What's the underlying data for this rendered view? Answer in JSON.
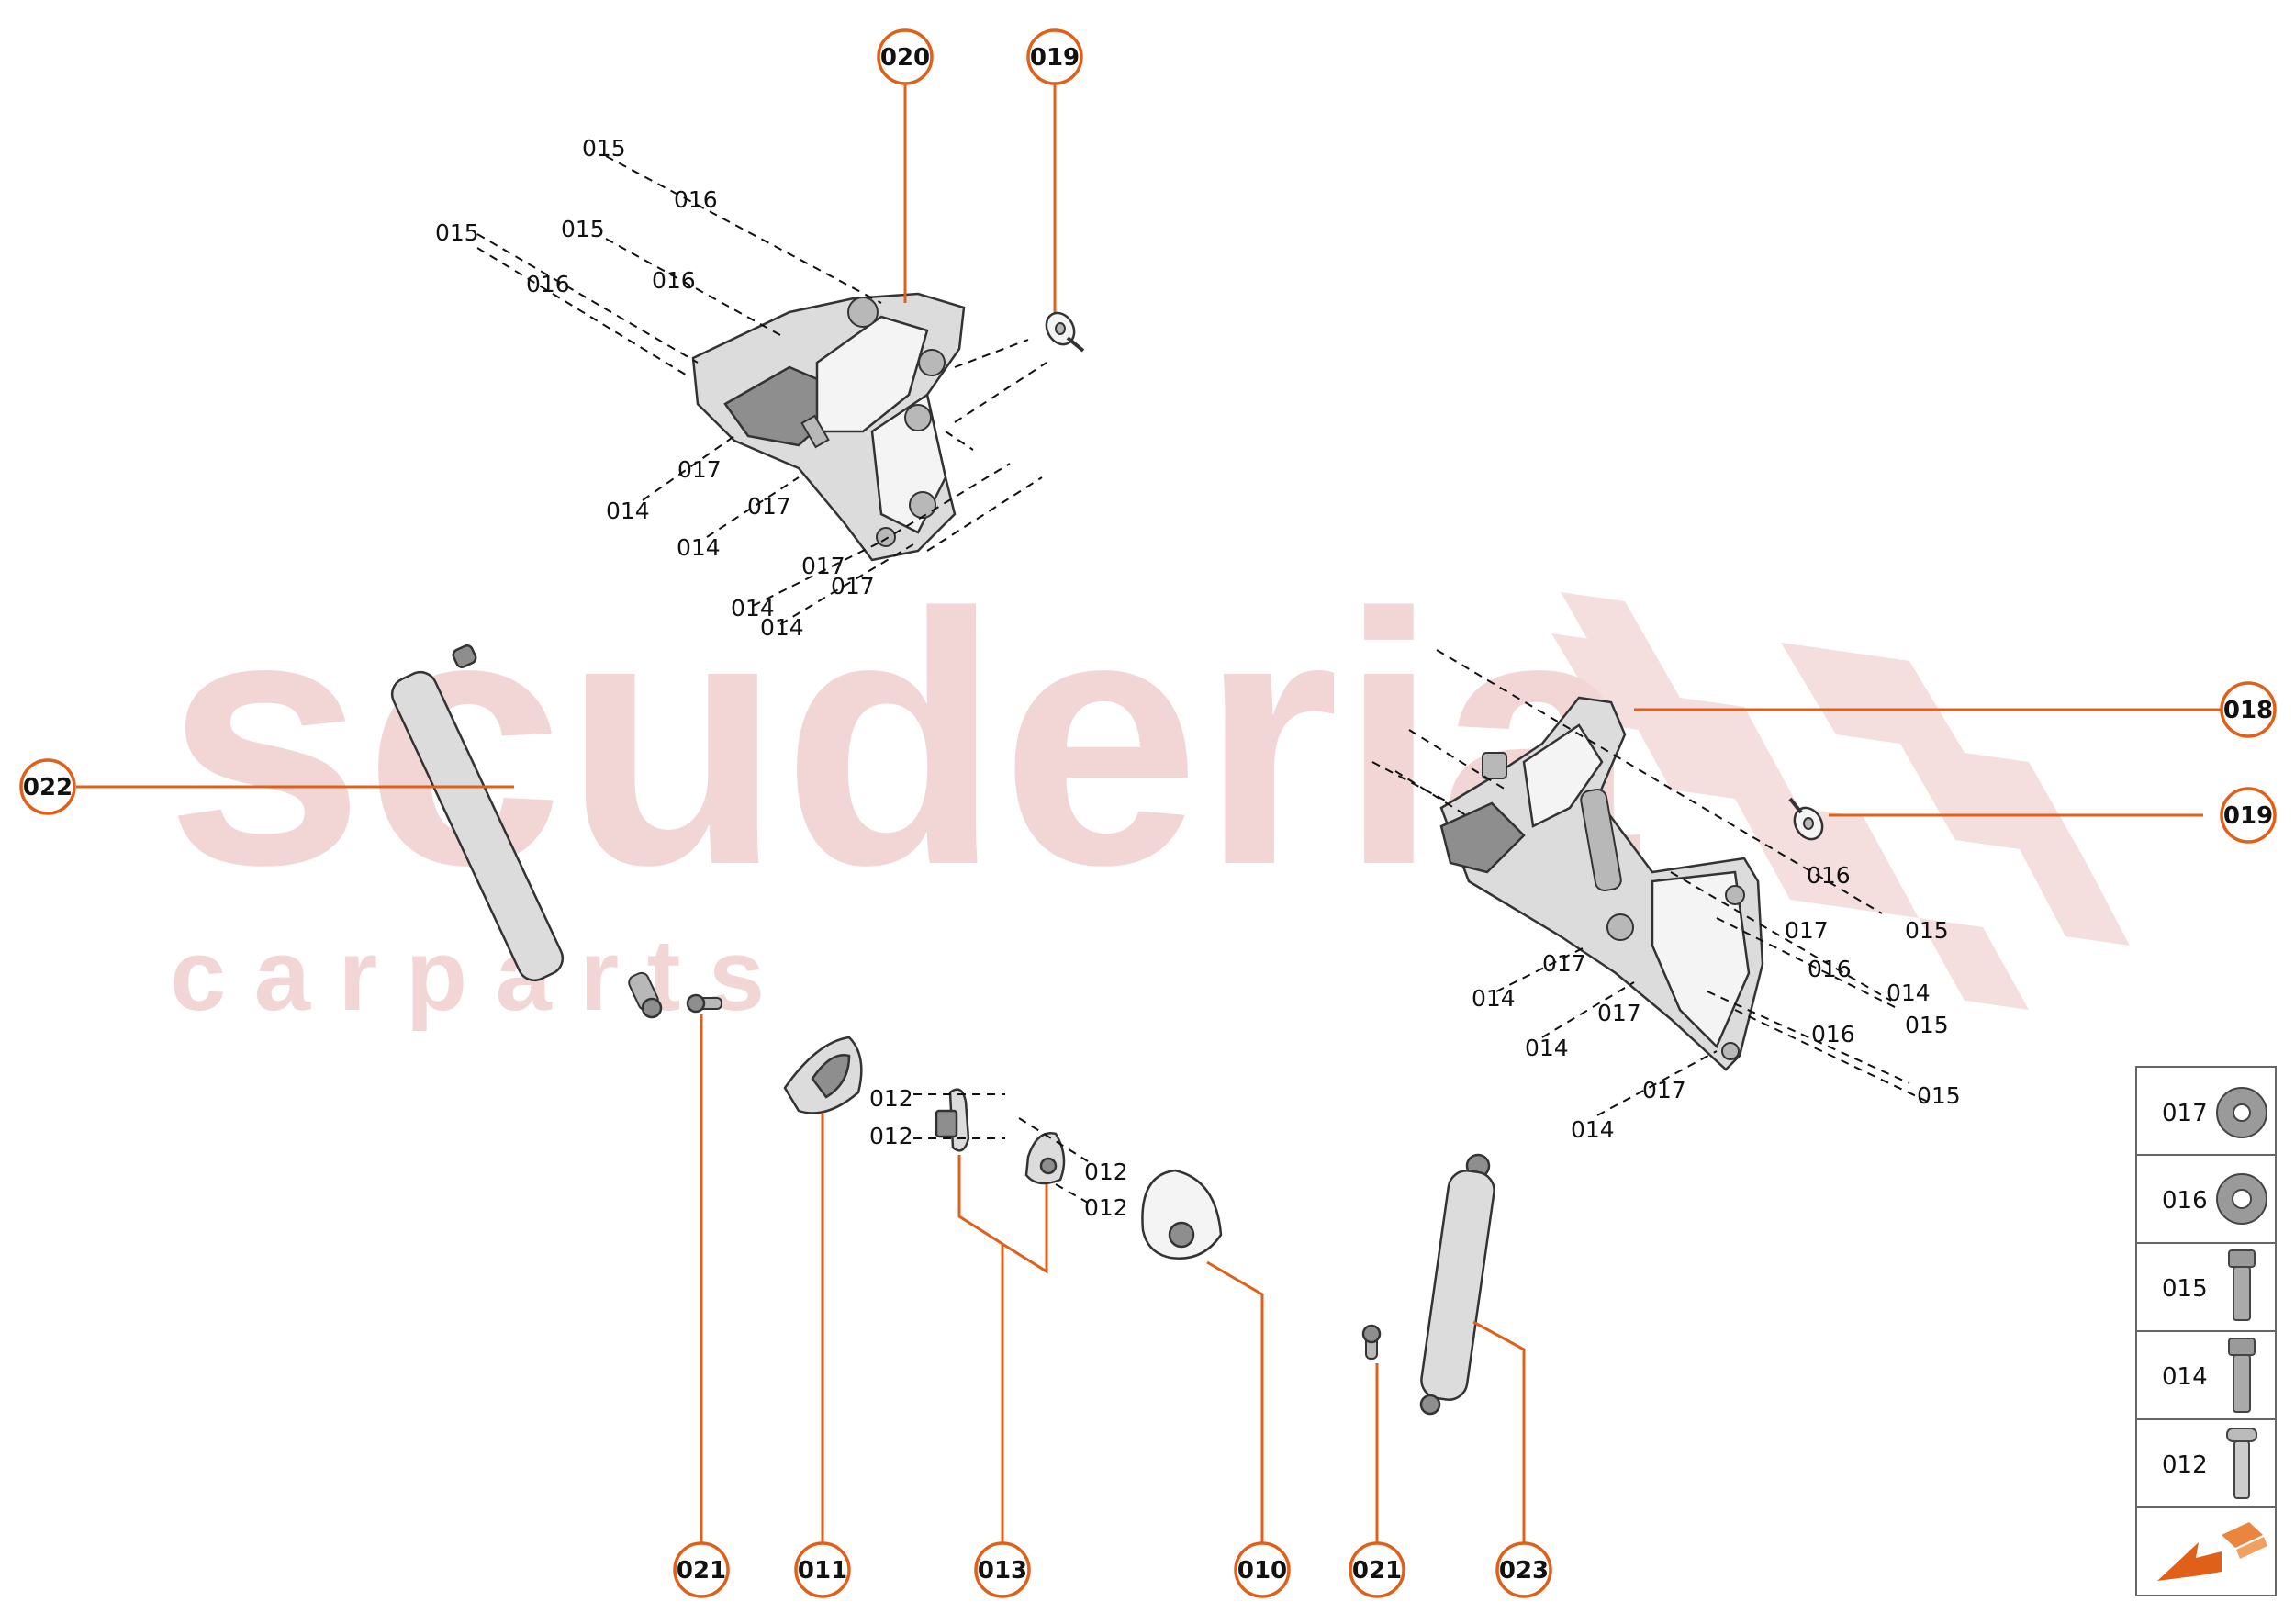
{
  "watermark": {
    "line1": "scuderia",
    "line2": "c a r p a r t s"
  },
  "callouts": {
    "c020": "020",
    "c019a": "019",
    "c018": "018",
    "c019b": "019",
    "c022": "022",
    "c021a": "021",
    "c011": "011",
    "c013": "013",
    "c010": "010",
    "c021b": "021",
    "c023": "023"
  },
  "labels": {
    "a1": "015",
    "a2": "016",
    "a3": "015",
    "a4": "015",
    "a5": "016",
    "a6": "016",
    "a7": "017",
    "a8": "014",
    "a9": "017",
    "a10": "014",
    "a11": "017",
    "a12": "017",
    "a13": "014",
    "a14": "014",
    "b1": "016",
    "b2": "015",
    "b3": "017",
    "b4": "016",
    "b5": "014",
    "b6": "015",
    "b7": "016",
    "b8": "015",
    "b9": "017",
    "b10": "014",
    "b11": "017",
    "b12": "014",
    "b13": "017",
    "b14": "014",
    "c1": "012",
    "c2": "012",
    "c3": "012",
    "c4": "012"
  },
  "legend": [
    "017",
    "016",
    "015",
    "014",
    "012"
  ],
  "colors": {
    "accent": "#e0601a",
    "watermark": "#f2d6d6"
  }
}
